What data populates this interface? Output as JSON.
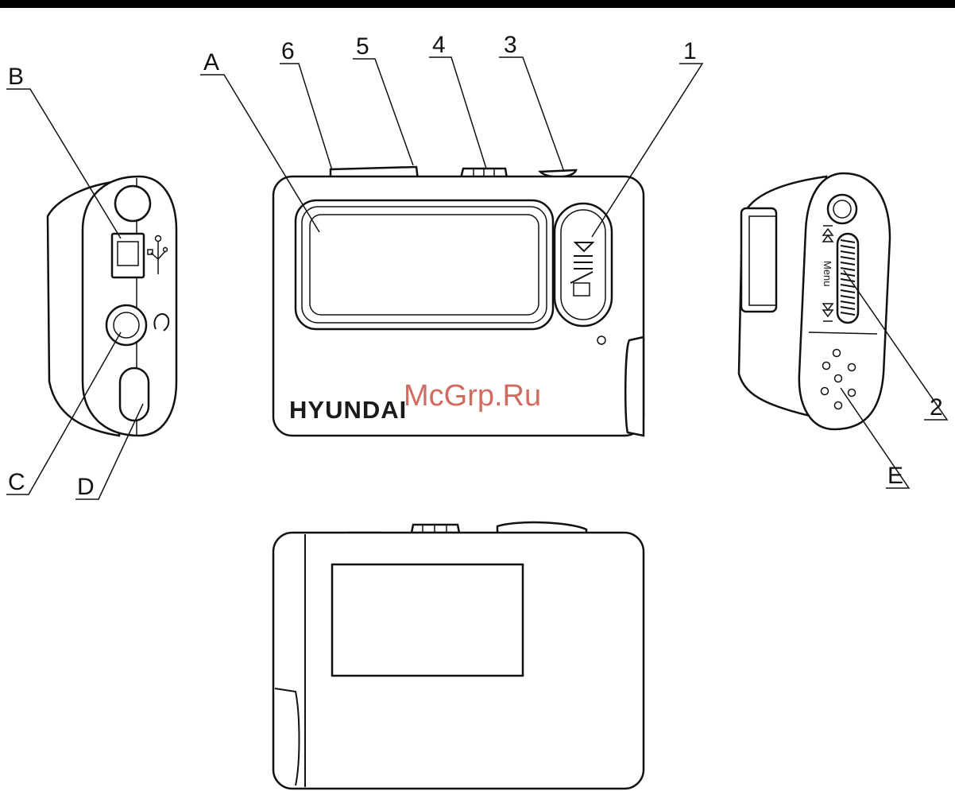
{
  "callouts": {
    "a": "A",
    "b": "B",
    "c": "C",
    "d": "D",
    "e": "E",
    "n1": "1",
    "n2": "2",
    "n3": "3",
    "n4": "4",
    "n5": "5",
    "n6": "6"
  },
  "device": {
    "brand": "HYUNDAI",
    "menu_label": "Menu"
  },
  "watermark": "McGrp.Ru"
}
